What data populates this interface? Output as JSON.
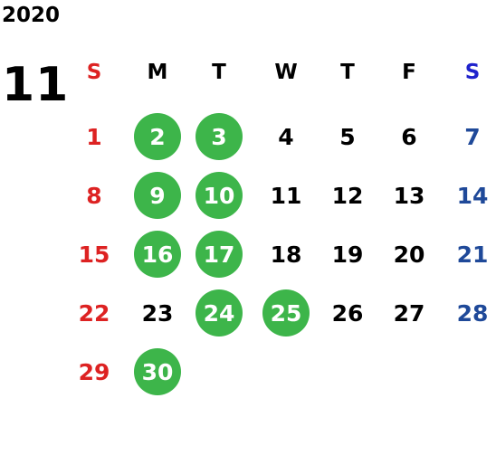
{
  "year": "2020",
  "month": "11",
  "weekdays": [
    "S",
    "M",
    "T",
    "W",
    "T",
    "F",
    "S"
  ],
  "colors": {
    "sunday": "#dd2222",
    "saturday_header": "#1f22cc",
    "saturday": "#1f4999",
    "highlight": "#3db54a",
    "weekday": "#000000"
  },
  "weeks": [
    [
      {
        "d": "1"
      },
      {
        "d": "2",
        "hl": true
      },
      {
        "d": "3",
        "hl": true
      },
      {
        "d": "4"
      },
      {
        "d": "5"
      },
      {
        "d": "6"
      },
      {
        "d": "7"
      }
    ],
    [
      {
        "d": "8"
      },
      {
        "d": "9",
        "hl": true
      },
      {
        "d": "10",
        "hl": true
      },
      {
        "d": "11"
      },
      {
        "d": "12"
      },
      {
        "d": "13"
      },
      {
        "d": "14"
      }
    ],
    [
      {
        "d": "15"
      },
      {
        "d": "16",
        "hl": true
      },
      {
        "d": "17",
        "hl": true
      },
      {
        "d": "18"
      },
      {
        "d": "19"
      },
      {
        "d": "20"
      },
      {
        "d": "21"
      }
    ],
    [
      {
        "d": "22"
      },
      {
        "d": "23"
      },
      {
        "d": "24",
        "hl": true
      },
      {
        "d": "25",
        "hl": true
      },
      {
        "d": "26"
      },
      {
        "d": "27"
      },
      {
        "d": "28"
      }
    ],
    [
      {
        "d": "29"
      },
      {
        "d": "30",
        "hl": true
      }
    ]
  ]
}
